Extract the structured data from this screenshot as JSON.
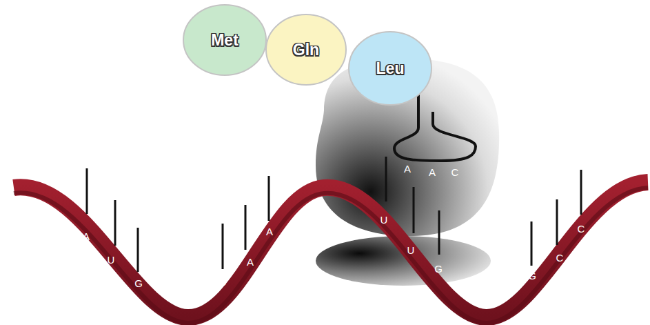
{
  "diagram": {
    "nodes": [
      {
        "text": [
          "Met"
        ]
      },
      {
        "text": [
          "Gln"
        ]
      },
      {
        "text": [
          "Leu"
        ]
      }
    ],
    "labels": [
      "A",
      "U",
      "G",
      "C",
      "A",
      "A",
      "U",
      "U",
      "G",
      "G",
      "C",
      "C",
      "A",
      "A",
      "C"
    ]
  }
}
